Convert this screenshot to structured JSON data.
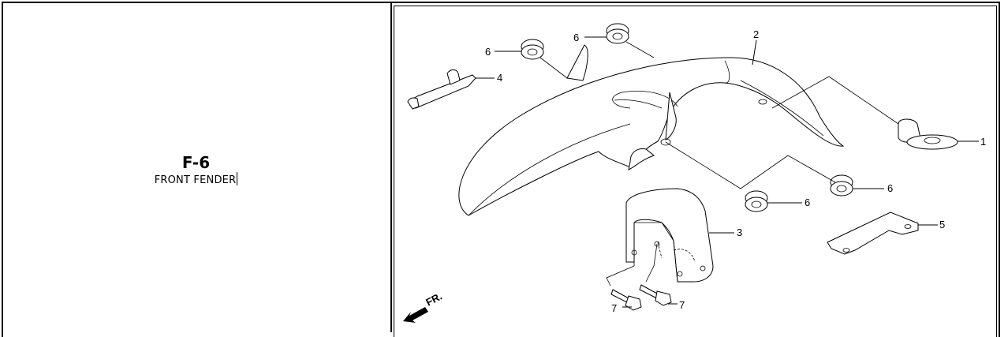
{
  "section": {
    "code": "F-6",
    "title": "FRONT FENDER"
  },
  "diagram": {
    "direction_label": "FR.",
    "callouts": [
      "1",
      "2",
      "3",
      "4",
      "5",
      "6",
      "6",
      "6",
      "6",
      "7",
      "7"
    ]
  }
}
